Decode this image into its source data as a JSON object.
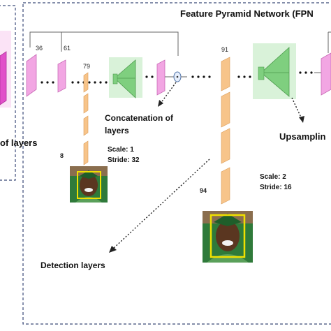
{
  "fpn_title": "Feature Pyramid Network (FPN",
  "left_label": "of layers",
  "layer_numbers": {
    "n36": "36",
    "n61": "61",
    "n79": "79",
    "n91": "91",
    "n8": "8",
    "n94": "94"
  },
  "concat_label_line1": "Concatenation of",
  "concat_label_line2": "layers",
  "upsampling_label": "Upsamplin",
  "detection_label": "Detection layers",
  "scale1": "Scale: 1",
  "stride1": "Stride: 32",
  "scale2": "Scale: 2",
  "stride2": "Stride: 16",
  "colors": {
    "pink": "#f2a6e3",
    "orange": "#f7c48a",
    "green_panel": "#d9f2d9",
    "green_trap": "#7fcf7f",
    "dashed_border": "#3b4a78",
    "detect_box": "#f0e000",
    "magenta": "#e14fc9"
  }
}
